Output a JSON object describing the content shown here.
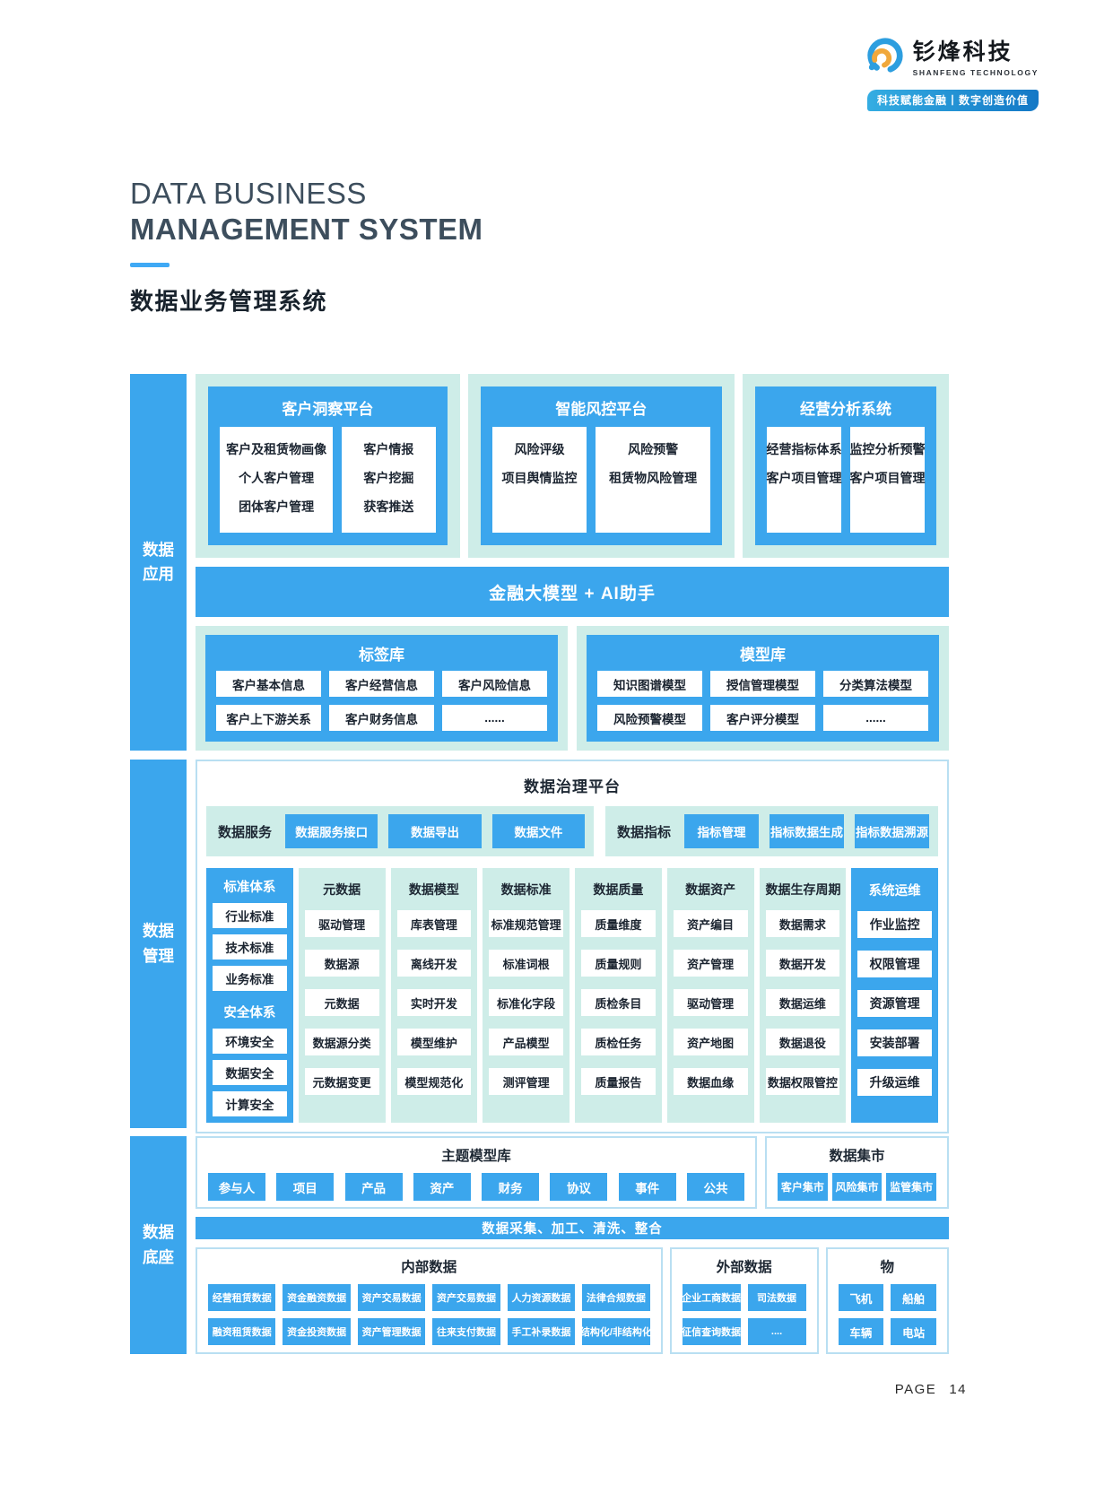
{
  "header": {
    "brand": "钐烽科技",
    "brand_sub": "SHANFENG TECHNOLOGY",
    "badge": "科技赋能金融丨数字创造价值"
  },
  "title": {
    "en1": "DATA BUSINESS",
    "en2": "MANAGEMENT SYSTEM",
    "zh": "数据业务管理系统"
  },
  "app": {
    "label1": "数据",
    "label2": "应用",
    "platforms": [
      {
        "title": "客户洞察平台",
        "card1": [
          "客户及租赁物画像",
          "个人客户管理",
          "团体客户管理"
        ],
        "card2": [
          "客户情报",
          "客户挖掘",
          "获客推送"
        ]
      },
      {
        "title": "智能风控平台",
        "card1": [
          "风险评级",
          "项目舆情监控"
        ],
        "card2": [
          "风险预警",
          "租赁物风险管理"
        ]
      },
      {
        "title": "经营分析系统",
        "card1": [
          "经营指标体系",
          "客户项目管理"
        ],
        "card2": [
          "监控分析预警",
          "客户项目管理"
        ]
      }
    ],
    "ai_bar": "金融大模型 + AI助手",
    "libs": [
      {
        "title": "标签库",
        "chips": [
          "客户基本信息",
          "客户经营信息",
          "客户风险信息",
          "客户上下游关系",
          "客户财务信息",
          "......"
        ]
      },
      {
        "title": "模型库",
        "chips": [
          "知识图谱模型",
          "授信管理模型",
          "分类算法模型",
          "风险预警模型",
          "客户评分模型",
          "......"
        ]
      }
    ]
  },
  "mgmt": {
    "label1": "数据",
    "label2": "管理",
    "title": "数据治理平台",
    "services": [
      {
        "label": "数据服务",
        "buttons": [
          "数据服务接口",
          "数据导出",
          "数据文件"
        ]
      },
      {
        "label": "数据指标",
        "buttons": [
          "指标管理",
          "指标数据生成",
          "指标数据溯源"
        ]
      }
    ],
    "col_std": {
      "h1": "标准体系",
      "chips1": [
        "行业标准",
        "技术标准",
        "业务标准"
      ],
      "h2": "安全体系",
      "chips2": [
        "环境安全",
        "数据安全",
        "计算安全"
      ]
    },
    "cols": [
      {
        "header": "元数据",
        "chips": [
          "驱动管理",
          "数据源",
          "元数据",
          "数据源分类",
          "元数据变更"
        ]
      },
      {
        "header": "数据模型",
        "chips": [
          "库表管理",
          "离线开发",
          "实时开发",
          "模型维护",
          "模型规范化"
        ]
      },
      {
        "header": "数据标准",
        "chips": [
          "标准规范管理",
          "标准词根",
          "标准化字段",
          "产品模型",
          "测评管理"
        ]
      },
      {
        "header": "数据质量",
        "chips": [
          "质量维度",
          "质量规则",
          "质检条目",
          "质检任务",
          "质量报告"
        ]
      },
      {
        "header": "数据资产",
        "chips": [
          "资产编目",
          "资产管理",
          "驱动管理",
          "资产地图",
          "数据血缘"
        ]
      },
      {
        "header": "数据生存周期",
        "chips": [
          "数据需求",
          "数据开发",
          "数据运维",
          "数据退役",
          "数据权限管控"
        ]
      }
    ],
    "col_ops": {
      "header": "系统运维",
      "chips": [
        "作业监控",
        "权限管理",
        "资源管理",
        "安装部署",
        "升级运维"
      ]
    }
  },
  "base": {
    "label1": "数据",
    "label2": "底座",
    "theme": {
      "title": "主题模型库",
      "buttons": [
        "参与人",
        "项目",
        "产品",
        "资产",
        "财务",
        "协议",
        "事件",
        "公共"
      ]
    },
    "mart": {
      "title": "数据集市",
      "buttons": [
        "客户集市",
        "风险集市",
        "监管集市"
      ]
    },
    "etl": "数据采集、加工、清洗、整合",
    "internal": {
      "title": "内部数据",
      "row1": [
        "经营租赁数据",
        "资金融资数据",
        "资产交易数据",
        "资产交易数据",
        "人力资源数据",
        "法律合规数据"
      ],
      "row2": [
        "融资租赁数据",
        "资金投资数据",
        "资产管理数据",
        "往来支付数据",
        "手工补录数据",
        "结构化/非结构化"
      ]
    },
    "external": {
      "title": "外部数据",
      "row1": [
        "企业工商数据",
        "司法数据"
      ],
      "row2": [
        "征信查询数据",
        "...."
      ]
    },
    "things": {
      "title": "物",
      "row1": [
        "飞机",
        "船舶"
      ],
      "row2": [
        "车辆",
        "电站"
      ]
    }
  },
  "footer": {
    "label": "PAGE",
    "num": "14"
  },
  "colors": {
    "primary_blue": "#3BA6ED",
    "mint": "#CEEDE8",
    "box_border": "#B9DFF2",
    "title_slate": "#3D4E5D",
    "accent_dash": "#3FA9F5",
    "logo_orange": "#F0A83C",
    "logo_blue": "#2D9EDF"
  }
}
